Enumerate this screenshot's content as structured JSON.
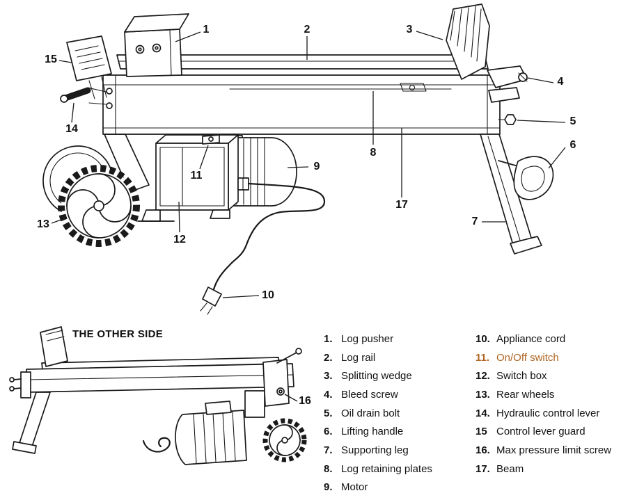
{
  "colors": {
    "line": "#1a1a1a",
    "text": "#111111",
    "highlight": "#b06521"
  },
  "other_side_label": "THE OTHER SIDE",
  "callouts": {
    "c1": "1",
    "c2": "2",
    "c3": "3",
    "c4": "4",
    "c5": "5",
    "c6": "6",
    "c7": "7",
    "c8": "8",
    "c9": "9",
    "c10": "10",
    "c11": "11",
    "c12": "12",
    "c13": "13",
    "c14": "14",
    "c15": "15",
    "c16": "16",
    "c17": "17"
  },
  "legend": {
    "col1": [
      {
        "num": "1.",
        "label": "Log pusher"
      },
      {
        "num": "2.",
        "label": "Log rail"
      },
      {
        "num": "3.",
        "label": "Splitting wedge"
      },
      {
        "num": "4.",
        "label": "Bleed screw"
      },
      {
        "num": "5.",
        "label": "Oil drain bolt"
      },
      {
        "num": "6.",
        "label": "Lifting handle"
      },
      {
        "num": "7.",
        "label": "Supporting leg"
      },
      {
        "num": "8.",
        "label": "Log retaining plates"
      },
      {
        "num": "9.",
        "label": "Motor"
      }
    ],
    "col2": [
      {
        "num": "10.",
        "label": "Appliance cord"
      },
      {
        "num": "11.",
        "label": "On/Off switch",
        "highlight": true
      },
      {
        "num": "12.",
        "label": "Switch box"
      },
      {
        "num": "13.",
        "label": "Rear wheels"
      },
      {
        "num": "14.",
        "label": "Hydraulic control lever"
      },
      {
        "num": "15",
        "label": "Control lever guard"
      },
      {
        "num": "16.",
        "label": "Max pressure limit screw"
      },
      {
        "num": "17.",
        "label": "Beam"
      }
    ]
  }
}
